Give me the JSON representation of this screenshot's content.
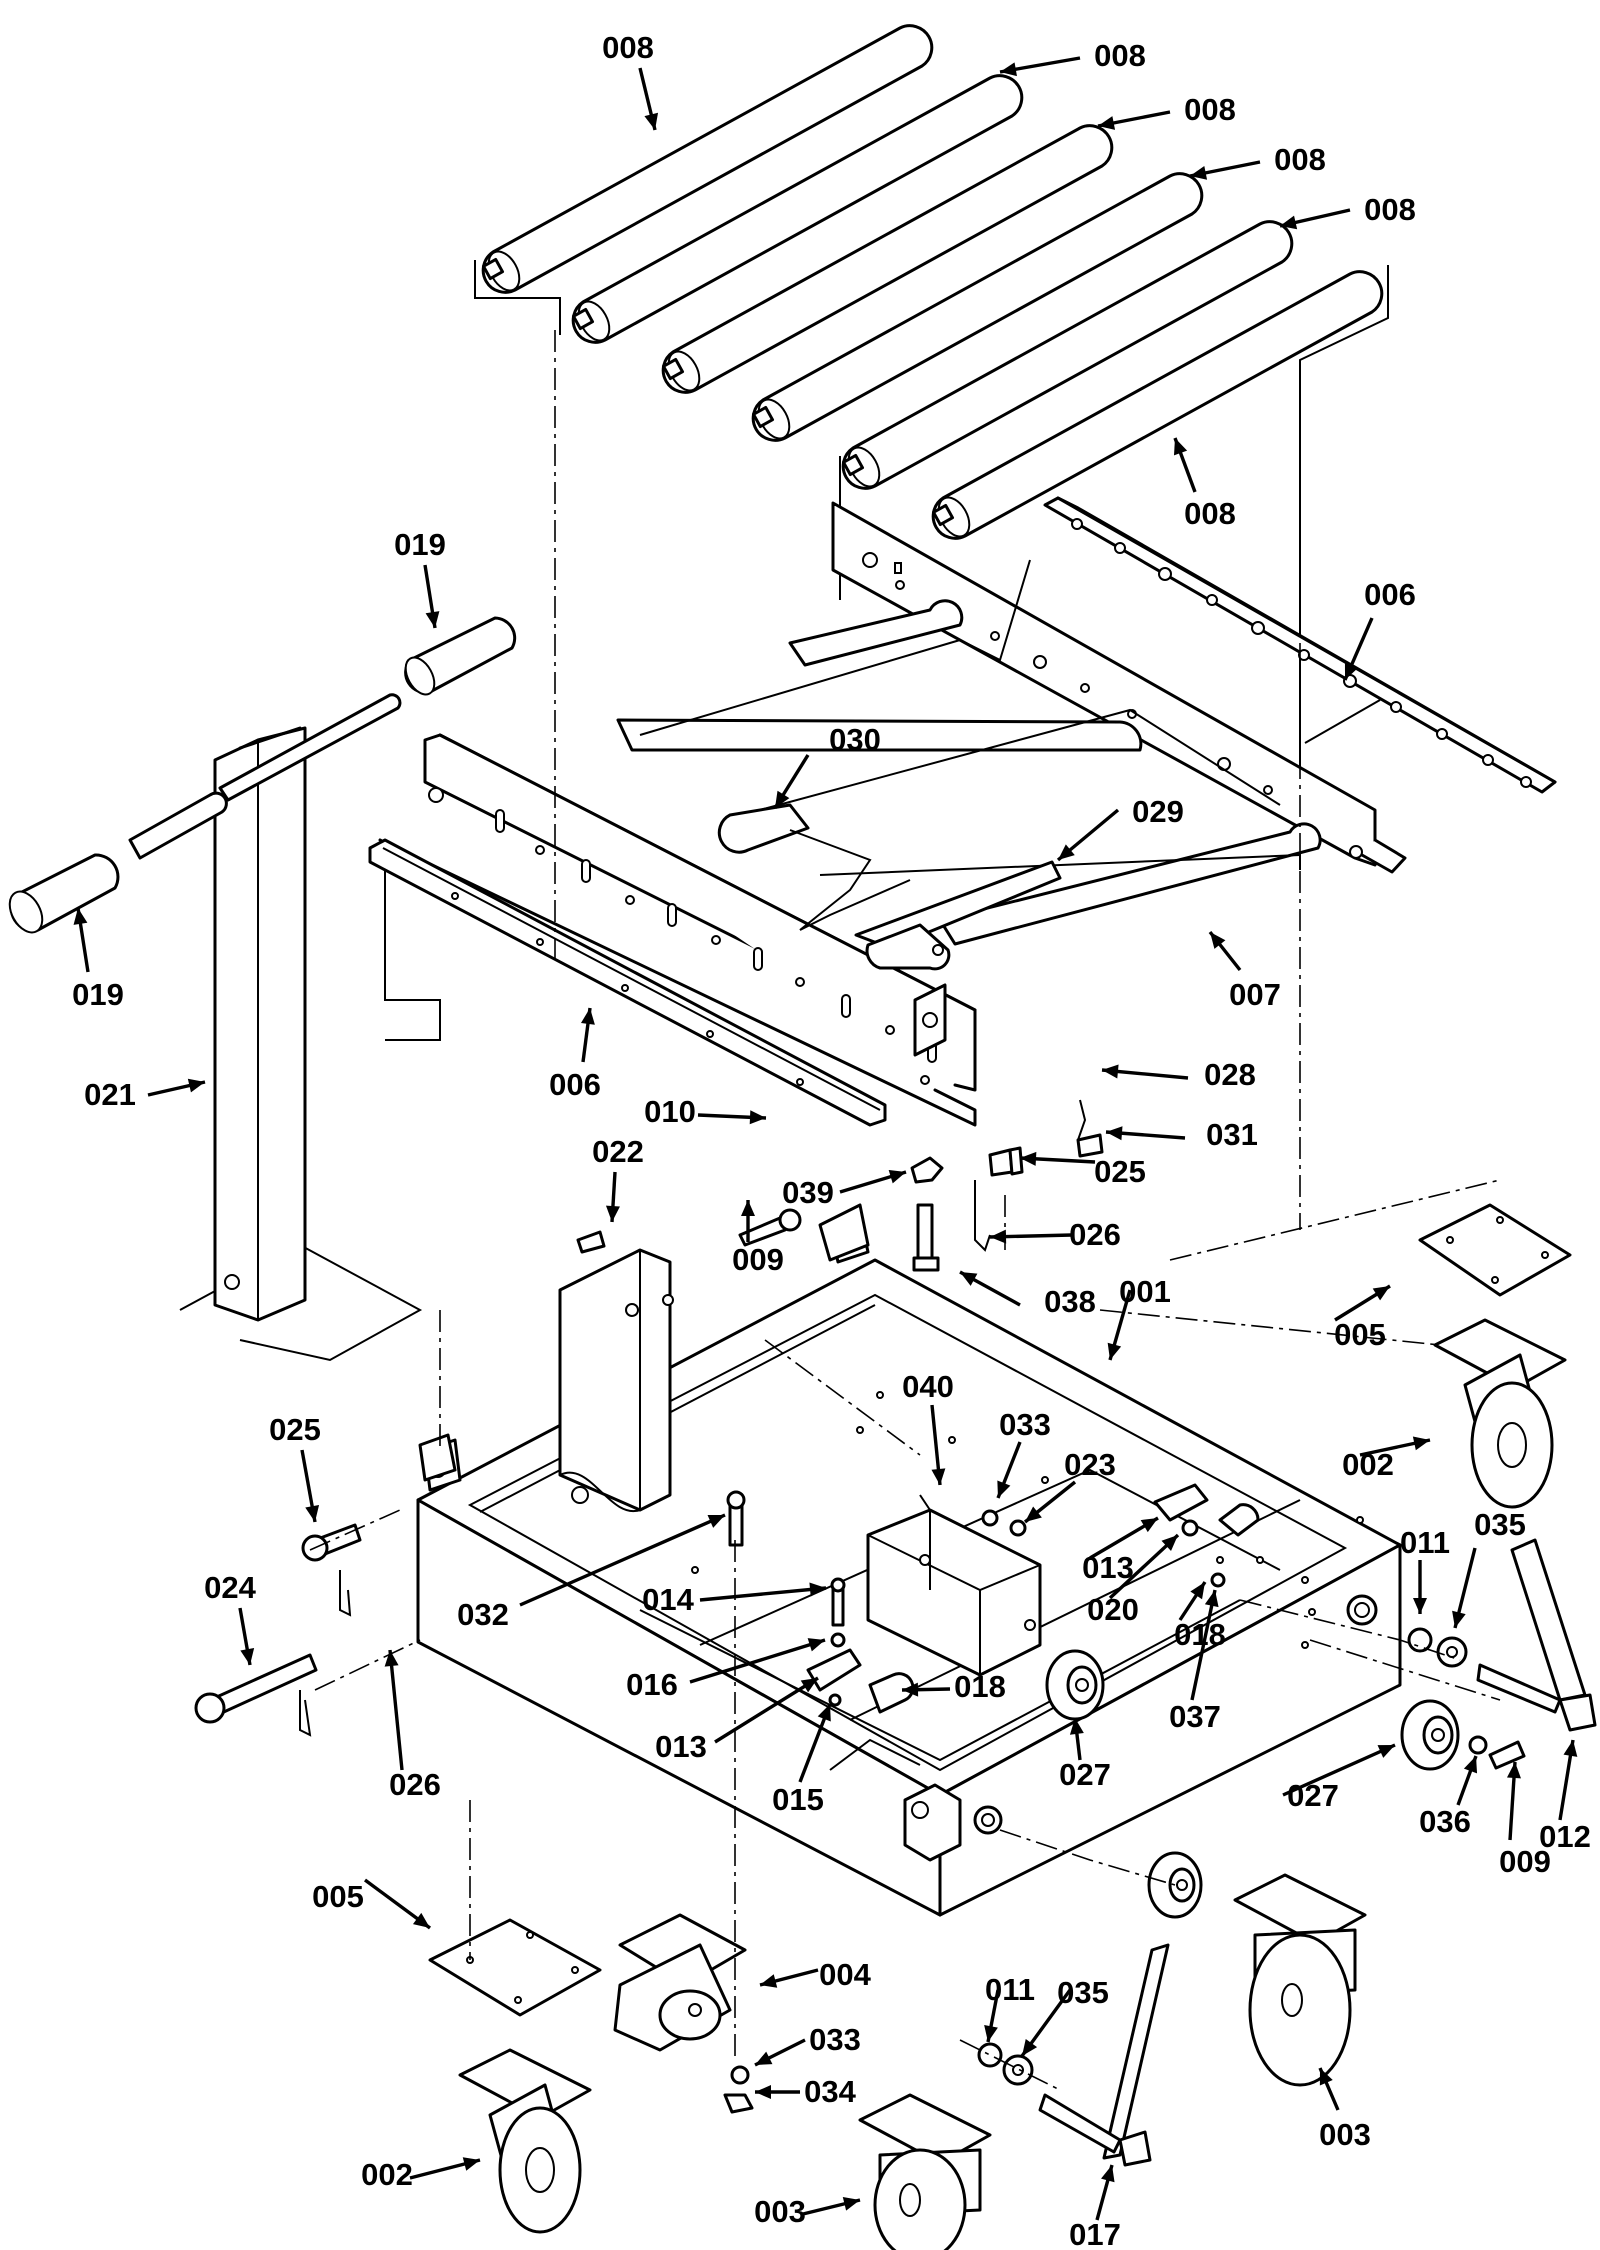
{
  "callouts": [
    {
      "id": "c1",
      "part": "008"
    },
    {
      "id": "c2",
      "part": "008"
    },
    {
      "id": "c3",
      "part": "008"
    },
    {
      "id": "c4",
      "part": "008"
    },
    {
      "id": "c5",
      "part": "008"
    },
    {
      "id": "c6",
      "part": "008"
    },
    {
      "id": "c7",
      "part": "019"
    },
    {
      "id": "c8",
      "part": "019"
    },
    {
      "id": "c9",
      "part": "006"
    },
    {
      "id": "c10",
      "part": "030"
    },
    {
      "id": "c11",
      "part": "029"
    },
    {
      "id": "c12",
      "part": "007"
    },
    {
      "id": "c13",
      "part": "006"
    },
    {
      "id": "c14",
      "part": "021"
    },
    {
      "id": "c15",
      "part": "028"
    },
    {
      "id": "c16",
      "part": "010"
    },
    {
      "id": "c17",
      "part": "031"
    },
    {
      "id": "c18",
      "part": "022"
    },
    {
      "id": "c19",
      "part": "039"
    },
    {
      "id": "c20",
      "part": "025"
    },
    {
      "id": "c21",
      "part": "009"
    },
    {
      "id": "c22",
      "part": "026"
    },
    {
      "id": "c23",
      "part": "038"
    },
    {
      "id": "c24",
      "part": "001"
    },
    {
      "id": "c25",
      "part": "005"
    },
    {
      "id": "c26",
      "part": "040"
    },
    {
      "id": "c27",
      "part": "033"
    },
    {
      "id": "c28",
      "part": "023"
    },
    {
      "id": "c29",
      "part": "002"
    },
    {
      "id": "c30",
      "part": "025"
    },
    {
      "id": "c31",
      "part": "011"
    },
    {
      "id": "c32",
      "part": "035"
    },
    {
      "id": "c33",
      "part": "013"
    },
    {
      "id": "c34",
      "part": "032"
    },
    {
      "id": "c35",
      "part": "014"
    },
    {
      "id": "c36",
      "part": "020"
    },
    {
      "id": "c37",
      "part": "018"
    },
    {
      "id": "c38",
      "part": "024"
    },
    {
      "id": "c39",
      "part": "016"
    },
    {
      "id": "c40",
      "part": "018"
    },
    {
      "id": "c41",
      "part": "037"
    },
    {
      "id": "c42",
      "part": "013"
    },
    {
      "id": "c43",
      "part": "027"
    },
    {
      "id": "c44",
      "part": "026"
    },
    {
      "id": "c45",
      "part": "015"
    },
    {
      "id": "c46",
      "part": "036"
    },
    {
      "id": "c47",
      "part": "009"
    },
    {
      "id": "c48",
      "part": "012"
    },
    {
      "id": "c49",
      "part": "027"
    },
    {
      "id": "c50",
      "part": "005"
    },
    {
      "id": "c51",
      "part": "004"
    },
    {
      "id": "c52",
      "part": "033"
    },
    {
      "id": "c53",
      "part": "011"
    },
    {
      "id": "c54",
      "part": "035"
    },
    {
      "id": "c55",
      "part": "034"
    },
    {
      "id": "c56",
      "part": "003"
    },
    {
      "id": "c57",
      "part": "002"
    },
    {
      "id": "c58",
      "part": "003"
    },
    {
      "id": "c59",
      "part": "017"
    }
  ]
}
